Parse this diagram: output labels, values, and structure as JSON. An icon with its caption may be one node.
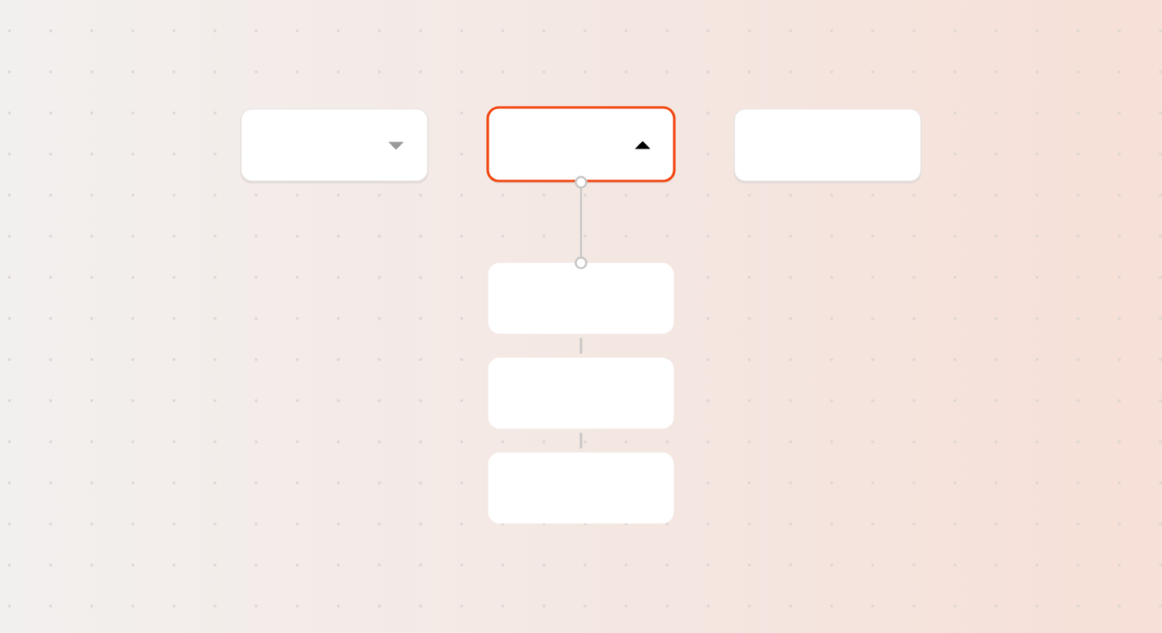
{
  "diagram": {
    "nodes": [
      {
        "text": [],
        "shape": "box"
      },
      {
        "text": [],
        "shape": "box"
      },
      {
        "text": [],
        "shape": "box"
      },
      {
        "text": [],
        "shape": "box"
      },
      {
        "text": [],
        "shape": "box"
      },
      {
        "text": [],
        "shape": "box"
      }
    ],
    "edges": [
      {
        "from": 1,
        "to": 3,
        "arrow": "other"
      },
      {
        "from": 3,
        "to": 4,
        "arrow": "none"
      },
      {
        "from": 4,
        "to": 5,
        "arrow": "none"
      }
    ]
  }
}
